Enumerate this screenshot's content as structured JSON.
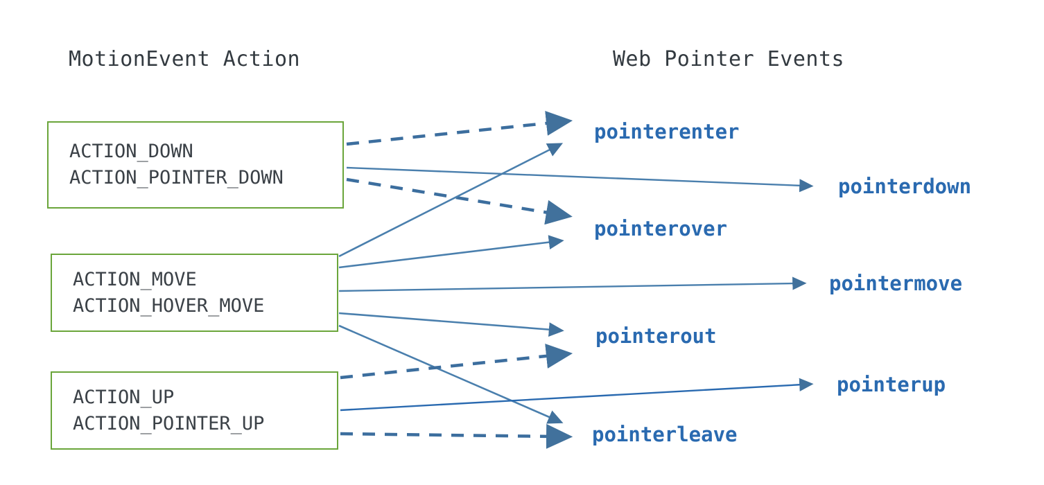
{
  "diagram": {
    "title_left": "MotionEvent Action",
    "title_right": "Web Pointer Events",
    "colors": {
      "box_border": "#6aa53a",
      "box_text": "#3b4147",
      "header_text": "#333a40",
      "event_text": "#2a6ab0",
      "arrow_solid": "#4a7fad",
      "arrow_dashed": "#3c6e9e",
      "background": "#ffffff"
    }
  },
  "action_boxes": [
    {
      "id": "down",
      "lines": [
        "ACTION_DOWN",
        "ACTION_POINTER_DOWN"
      ]
    },
    {
      "id": "move",
      "lines": [
        "ACTION_MOVE",
        "ACTION_HOVER_MOVE"
      ]
    },
    {
      "id": "up",
      "lines": [
        "ACTION_UP",
        "ACTION_POINTER_UP"
      ]
    }
  ],
  "pointer_events": [
    {
      "id": "pointerenter",
      "label": "pointerenter"
    },
    {
      "id": "pointerdown",
      "label": "pointerdown"
    },
    {
      "id": "pointerover",
      "label": "pointerover"
    },
    {
      "id": "pointermove",
      "label": "pointermove"
    },
    {
      "id": "pointerout",
      "label": "pointerout"
    },
    {
      "id": "pointerup",
      "label": "pointerup"
    },
    {
      "id": "pointerleave",
      "label": "pointerleave"
    }
  ],
  "connections": [
    {
      "from": "down",
      "to": "pointerenter",
      "style": "dashed"
    },
    {
      "from": "down",
      "to": "pointerdown",
      "style": "solid"
    },
    {
      "from": "down",
      "to": "pointerover",
      "style": "dashed"
    },
    {
      "from": "move",
      "to": "pointerenter",
      "style": "solid"
    },
    {
      "from": "move",
      "to": "pointerover",
      "style": "solid"
    },
    {
      "from": "move",
      "to": "pointermove",
      "style": "solid"
    },
    {
      "from": "move",
      "to": "pointerout",
      "style": "solid"
    },
    {
      "from": "move",
      "to": "pointerleave",
      "style": "solid"
    },
    {
      "from": "up",
      "to": "pointerout",
      "style": "dashed"
    },
    {
      "from": "up",
      "to": "pointerup",
      "style": "solid"
    },
    {
      "from": "up",
      "to": "pointerleave",
      "style": "dashed"
    }
  ]
}
